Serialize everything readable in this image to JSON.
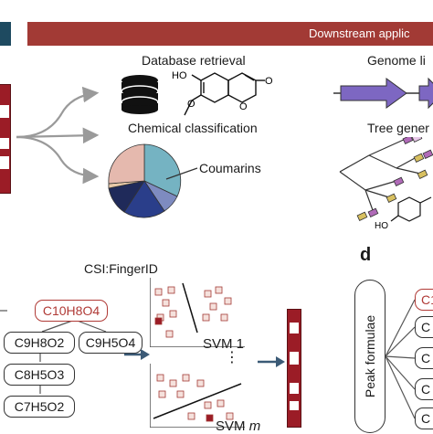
{
  "banner": {
    "text": "Downstream applic",
    "color": "#a23a35",
    "left_color": "#1e4a60"
  },
  "top_center": {
    "database_retrieval": "Database retrieval",
    "chemical_classification": "Chemical classification",
    "pie_label": "Coumarins",
    "pie_colors": [
      "#75b3c2",
      "#7e8bc0",
      "#2a3e8a",
      "#1f2a5a",
      "#e8c9a8",
      "#e5b9ae"
    ],
    "molecule_atoms": [
      "HO",
      "O",
      "O",
      "O"
    ]
  },
  "top_right": {
    "genome": "Genome li",
    "tree": "Tree gener",
    "molecule_atom": "HO"
  },
  "bottom_left": {
    "tool_title": "CSI:FingerID",
    "root_formula": "C10H8O4",
    "child_formulas": [
      "C9H8O2",
      "C9H5O4"
    ],
    "grandchild_formula": "C8H5O3",
    "leaf_formula": "C7H5O2",
    "svm_top": "SVM 1",
    "svm_bottom_prefix": "SVM",
    "svm_bottom_var": "m",
    "ellipsis": "⋮"
  },
  "panel_d": {
    "letter": "d",
    "vertical_label": "Peak formulae",
    "first_box": "C1",
    "other_boxes": [
      "C",
      "C",
      "C",
      "C"
    ]
  },
  "colors": {
    "accent_red": "#a23a35",
    "fingerprint_red": "#9b1c26",
    "arrow_blue": "#3b5a76",
    "gene_purple": "#7d67c2"
  }
}
